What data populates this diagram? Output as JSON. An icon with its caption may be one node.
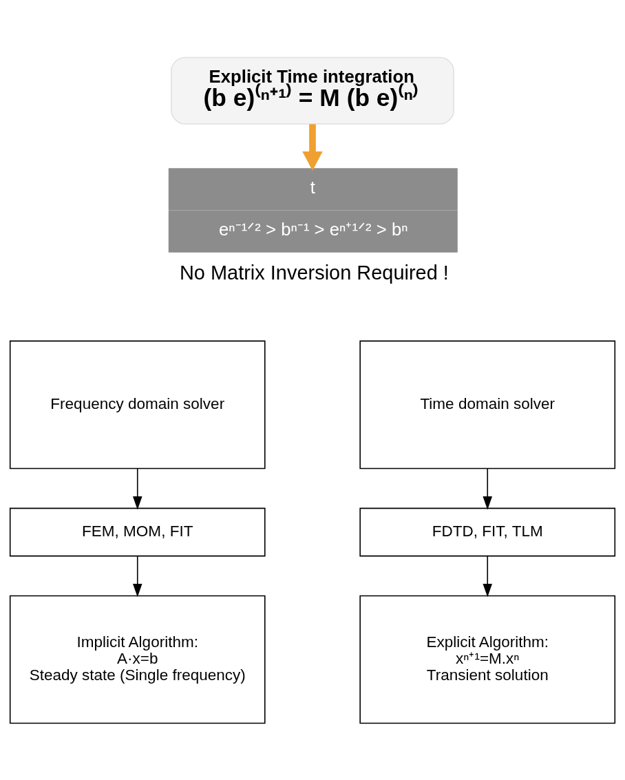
{
  "diagram": {
    "nodes": [
      {
        "text": [
          "Explicit Time integration",
          "(b e)⁽ⁿ⁺¹⁾ = M (b e)⁽ⁿ⁾"
        ]
      },
      {
        "text": [
          "t",
          "eⁿ⁻¹ᐟ² > bⁿ⁻¹ > eⁿ⁺¹ᐟ² > bⁿ"
        ],
        "beside": [
          "No Matrix Inversion Required !"
        ]
      },
      {
        "text": [
          "Frequency domain solver"
        ]
      },
      {
        "text": [
          "Time domain solver"
        ]
      },
      {
        "text": [
          "FEM, MOM, FIT"
        ]
      },
      {
        "text": [
          "FDTD, FIT, TLM"
        ]
      },
      {
        "text": [
          "Implicit Algorithm:",
          "A·x=b",
          "Steady state (Single frequency)"
        ]
      },
      {
        "text": [
          "Explicit Algorithm:",
          "xⁿ⁺¹=M.xⁿ",
          "Transient solution"
        ]
      }
    ],
    "edges": [
      {
        "from": 0,
        "to": 1,
        "arrow": "to",
        "style": "thick",
        "color": "#f0a030"
      },
      {
        "from": 2,
        "to": 4,
        "arrow": "to"
      },
      {
        "from": 4,
        "to": 6,
        "arrow": "to"
      },
      {
        "from": 3,
        "to": 5,
        "arrow": "to"
      },
      {
        "from": 5,
        "to": 7,
        "arrow": "to"
      }
    ]
  }
}
